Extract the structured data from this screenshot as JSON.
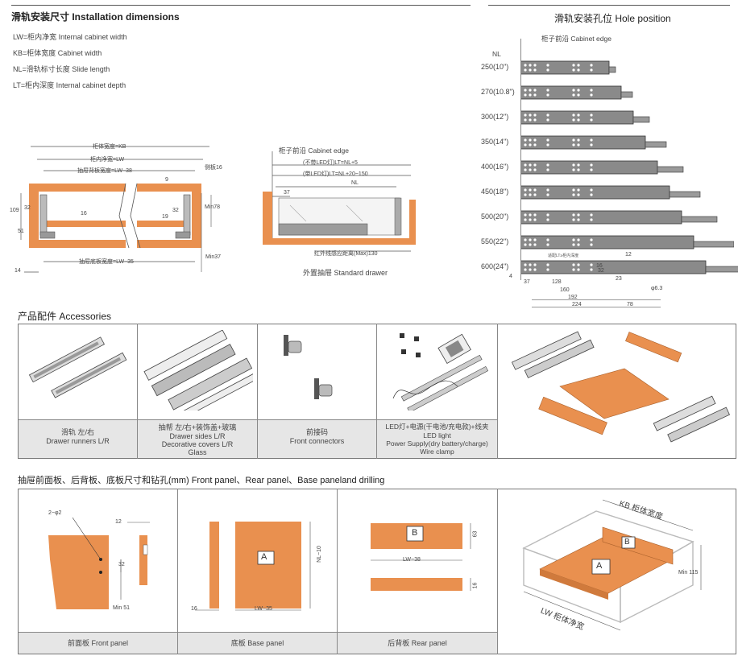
{
  "install": {
    "title": "滑轨安装尺寸 Installation dimensions",
    "legend": [
      "LW=柜内净宽  Internal cabinet width",
      "KB=柜体宽度  Cabinet width",
      "NL=滑轨标寸长度  Slide length",
      "LT=柜内深度  Internal cabinet depth"
    ],
    "front_labels": {
      "kb": "柜体宽度=KB",
      "lw": "柜内净宽=LW",
      "back_width": "抽屉背板宽度=LW−38",
      "side": "侧板16",
      "nine": "9",
      "h109": "109",
      "h32": "32",
      "h51": "51",
      "h16": "16",
      "h19": "19",
      "h32b": "32",
      "min78": "Min78",
      "min37": "Min37",
      "fourteen": "14",
      "bottom_width": "抽屉底板宽度=LW−35"
    },
    "side_labels": {
      "cabinet_edge": "柜子前沿 Cabinet edge",
      "no_led": "(不带LED灯)LT=NL+5",
      "with_led": "(带LED灯)LT=NL+20~150",
      "nl": "NL",
      "thirty_seven": "37",
      "sensor": "红外线感应距离(Max)130",
      "caption": "外置抽屉 Standard drawer"
    }
  },
  "hole": {
    "title": "滑轨安装孔位 Hole position",
    "cabinet_edge": "柜子前沿 Cabinet edge",
    "nl_header": "NL",
    "rows": [
      "250(10\")",
      "270(10.8\")",
      "300(12\")",
      "350(14\")",
      "400(16\")",
      "450(18\")",
      "500(20\")",
      "550(22\")",
      "600(24\")"
    ],
    "dims": {
      "four": "4",
      "d37": "37",
      "d128": "128",
      "d160": "160",
      "d192": "192",
      "d224": "224",
      "d78": "78",
      "d12": "12",
      "d23": "23",
      "d16": "16",
      "d32": "32",
      "phi": "φ6.3",
      "small_note": "适配LT≥柜内深度"
    }
  },
  "accessories": {
    "title": "产品配件 Accessories",
    "items": [
      {
        "cn": "滑轨  左/右",
        "en": "Drawer runners  L/R"
      },
      {
        "cn": "抽帮 左/右+装饰盖+玻璃",
        "en": "Drawer sides  L/R",
        "en2": "Decorative covers  L/R",
        "en3": "Glass"
      },
      {
        "cn": "前接码",
        "en": "Front connectors"
      },
      {
        "cn": "LED灯+电源(干电池/充电款)+线夹",
        "en": "LED light",
        "en2": "Power Supply(dry battery/charge)",
        "en3": "Wire clamp"
      }
    ]
  },
  "panels": {
    "title": "抽屉前面板、后背板、底板尺寸和钻孔(mm)   Front panel、Rear panel、Base paneland drilling",
    "front": {
      "caption": "前面板   Front panel",
      "holes": "2−φ2",
      "d12": "12",
      "d32": "32",
      "min51": "Min 51"
    },
    "base": {
      "caption": "底板  Base panel",
      "letter": "A",
      "nl10": "NL−10",
      "d16": "16",
      "lw35": "LW−35"
    },
    "rear": {
      "caption": "后背板  Rear panel",
      "letter": "B",
      "d63": "63",
      "lw38": "LW−38",
      "d16": "16"
    },
    "iso": {
      "kb": "KB 柜体宽度",
      "lw": "LW 柜体净宽",
      "min115": "Min 115",
      "a": "A",
      "b": "B"
    }
  },
  "colors": {
    "orange": "#e9904f",
    "gray": "#8a8a8a"
  }
}
